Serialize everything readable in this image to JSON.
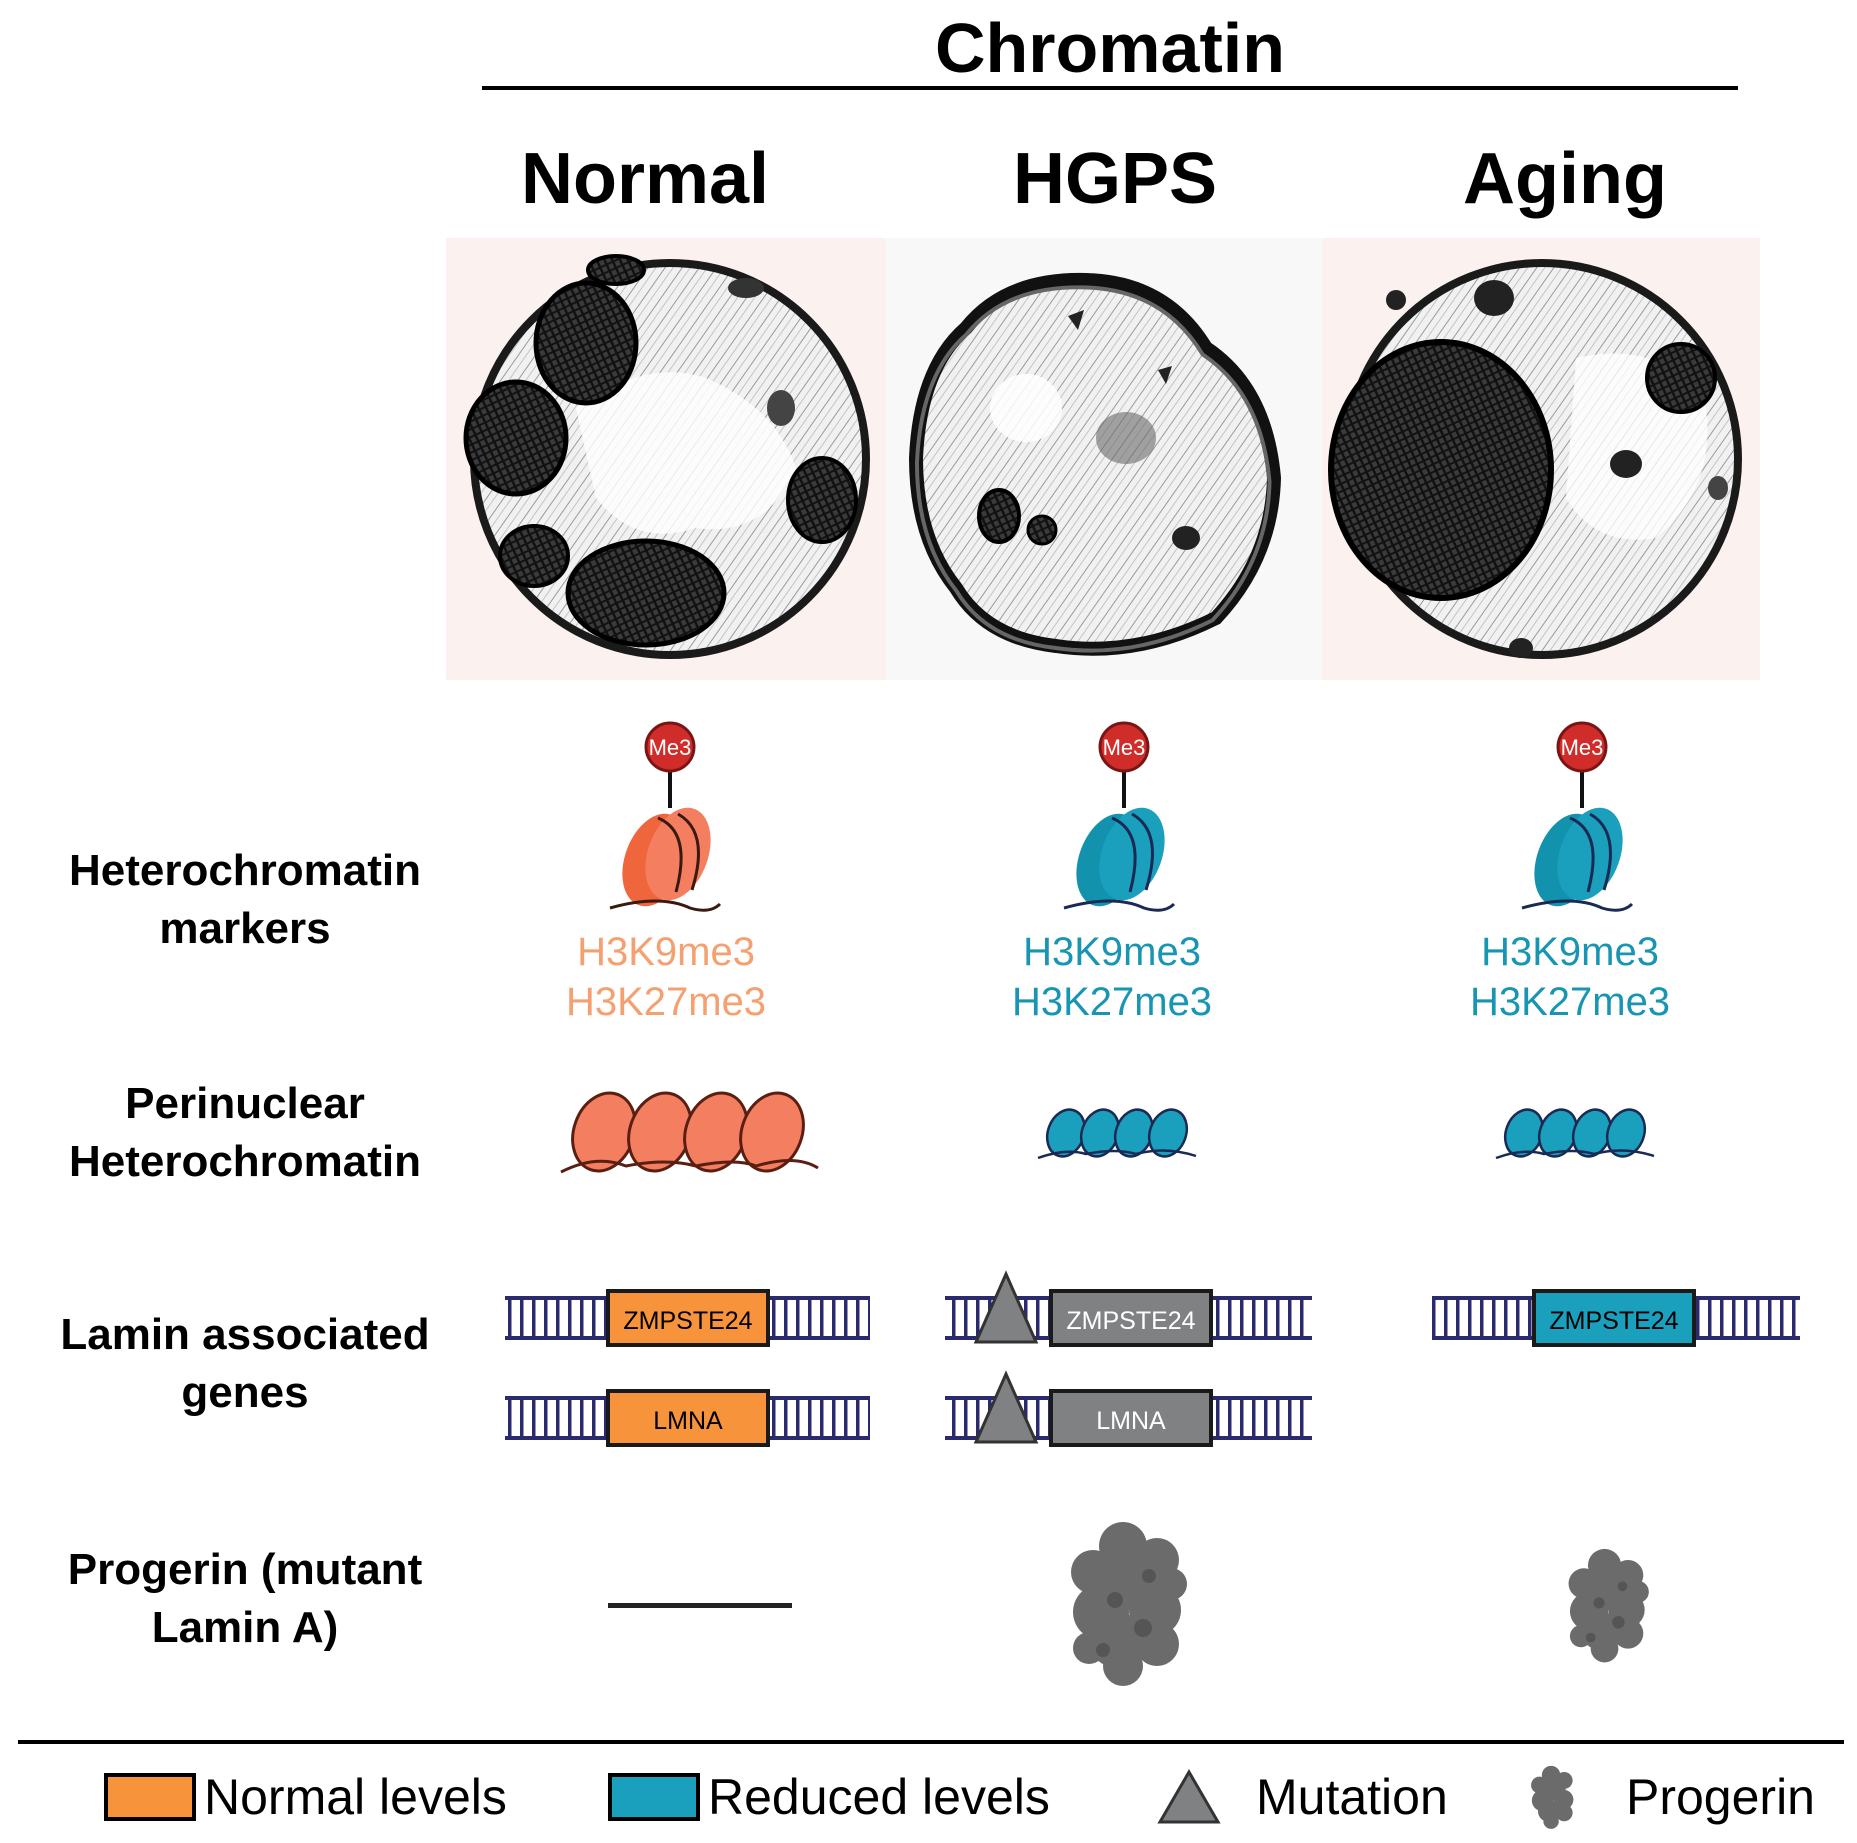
{
  "header": {
    "title": "Chromatin",
    "columns": [
      {
        "label": "Normal"
      },
      {
        "label": "HGPS"
      },
      {
        "label": "Aging"
      }
    ]
  },
  "rows": {
    "heterochromatin": {
      "label": "Heterochromatin markers"
    },
    "perinuclear": {
      "label": "Perinuclear Heterochromatin"
    },
    "lamin": {
      "label": "Lamin associated genes"
    },
    "progerin": {
      "label": "Progerin (mutant Lamin A)"
    }
  },
  "markers": {
    "badge": "Me3",
    "line1": "H3K9me3",
    "line2": "H3K27me3"
  },
  "genes": {
    "zmpste24": "ZMPSTE24",
    "lmna": "LMNA"
  },
  "colors": {
    "normal": "#f7943b",
    "normal_nucleosome": "#f47f60",
    "reduced": "#1aa0bd",
    "mutation": "#7f8183",
    "progerin": "#6b6b6b",
    "badge": "#d02d2a",
    "dna": "#2a2a6e"
  },
  "legend": {
    "normal": "Normal levels",
    "reduced": "Reduced levels",
    "mutation": "Mutation",
    "progerin": "Progerin"
  }
}
